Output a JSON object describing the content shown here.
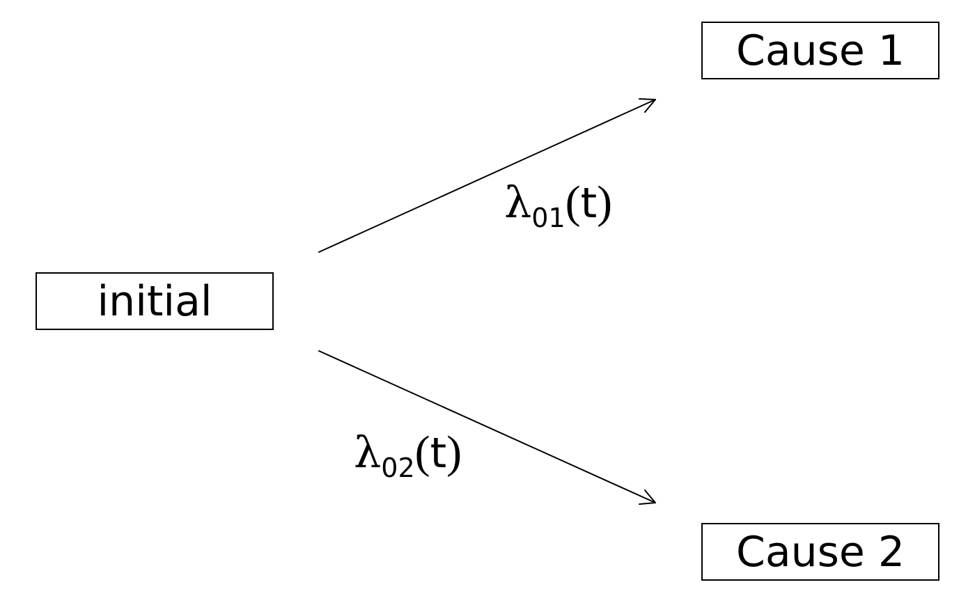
{
  "diagram": {
    "nodes": {
      "initial": {
        "label": "initial"
      },
      "cause_1": {
        "label": "Cause 1"
      },
      "cause_2": {
        "label": "Cause 2"
      }
    },
    "edges": [
      {
        "from": "initial",
        "to": "cause_1",
        "symbol": "λ",
        "subscript": "01",
        "open": "(",
        "argument": "t",
        "close": ")"
      },
      {
        "from": "initial",
        "to": "cause_2",
        "symbol": "λ",
        "subscript": "02",
        "open": "(",
        "argument": "t",
        "close": ")"
      }
    ]
  },
  "colors": {
    "stroke": "#000000",
    "background": "#ffffff"
  }
}
